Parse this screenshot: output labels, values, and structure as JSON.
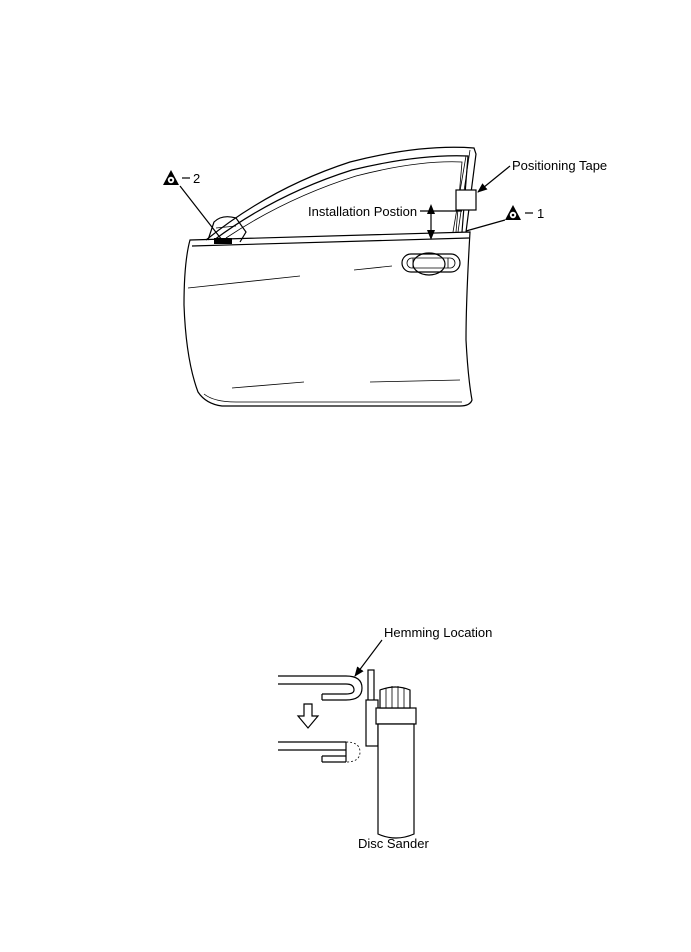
{
  "figure1": {
    "labels": {
      "positioning_tape": "Positioning Tape",
      "installation_position": "Installation Postion",
      "point_1": "1",
      "point_2": "2"
    }
  },
  "figure2": {
    "labels": {
      "hemming_location": "Hemming Location",
      "disc_sander": "Disc Sander"
    }
  }
}
